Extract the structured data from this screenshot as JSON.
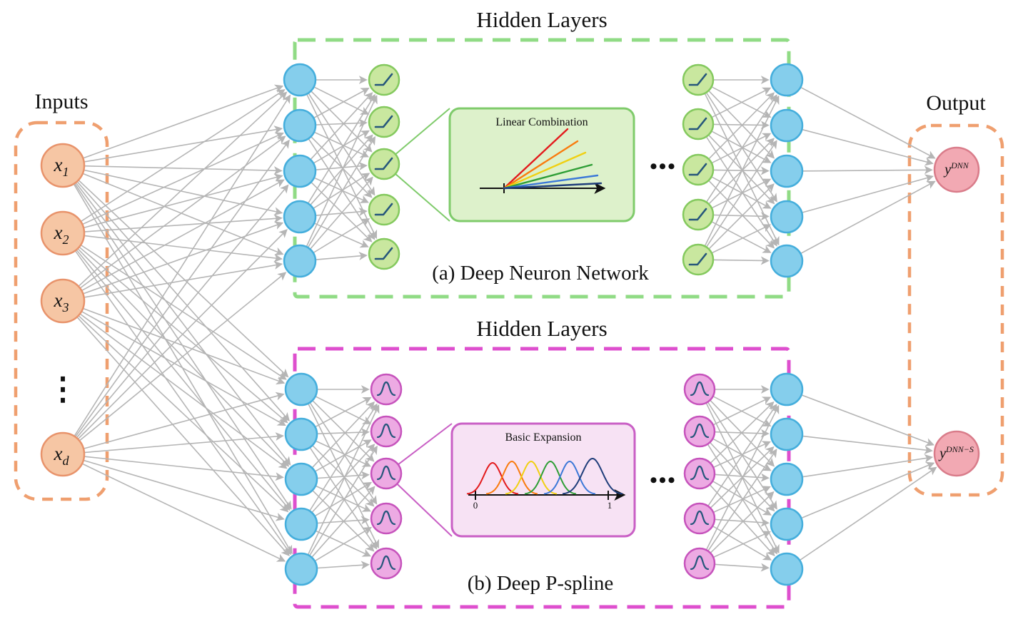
{
  "diagram": {
    "inputs": {
      "title": "Inputs",
      "node_labels": [
        {
          "base": "x",
          "sub": "1"
        },
        {
          "base": "x",
          "sub": "2"
        },
        {
          "base": "x",
          "sub": "3"
        },
        {
          "base": "x",
          "sub": "d"
        }
      ],
      "ellipsis": "⋮"
    },
    "dnn": {
      "hidden_layers_title": "Hidden Layers",
      "caption": "(a) Deep Neuron Network",
      "inset_title": "Linear Combination",
      "ellipsis": "•••"
    },
    "pspline": {
      "hidden_layers_title": "Hidden Layers",
      "caption": "(b) Deep P-spline",
      "inset_title": "Basic Expansion",
      "axis_tick_left": "0",
      "axis_tick_right": "1",
      "ellipsis": "•••"
    },
    "output": {
      "title": "Output",
      "node_labels": [
        {
          "base": "y",
          "sup": "DNN"
        },
        {
          "base": "y",
          "sup": "DNN−S"
        }
      ]
    },
    "colors": {
      "input_node_fill": "#F6C6A4",
      "input_node_stroke": "#E8936B",
      "input_box_stroke": "#EF9F6F",
      "blue_node_fill": "#85CEEC",
      "blue_node_stroke": "#45AEDC",
      "green_node_fill": "#C9E79F",
      "green_node_stroke": "#84C95E",
      "green_box_stroke": "#90DB85",
      "green_inset_fill": "#DDF1CB",
      "green_inset_stroke": "#7FCB6B",
      "pink_node_fill": "#EDAAE3",
      "pink_node_stroke": "#C653BC",
      "pink_box_stroke": "#DE4FCE",
      "pink_inset_fill": "#F7E2F4",
      "pink_inset_stroke": "#C95FC5",
      "output_node_fill": "#F2A9B3",
      "output_node_stroke": "#D97C8A",
      "edge": "#B5B5B5",
      "icon_stroke": "#25567B",
      "axis": "#111111",
      "series": [
        "#E31A1C",
        "#F97B0D",
        "#F0D012",
        "#2E9E36",
        "#3C78D8",
        "#1F3D7A"
      ]
    }
  }
}
